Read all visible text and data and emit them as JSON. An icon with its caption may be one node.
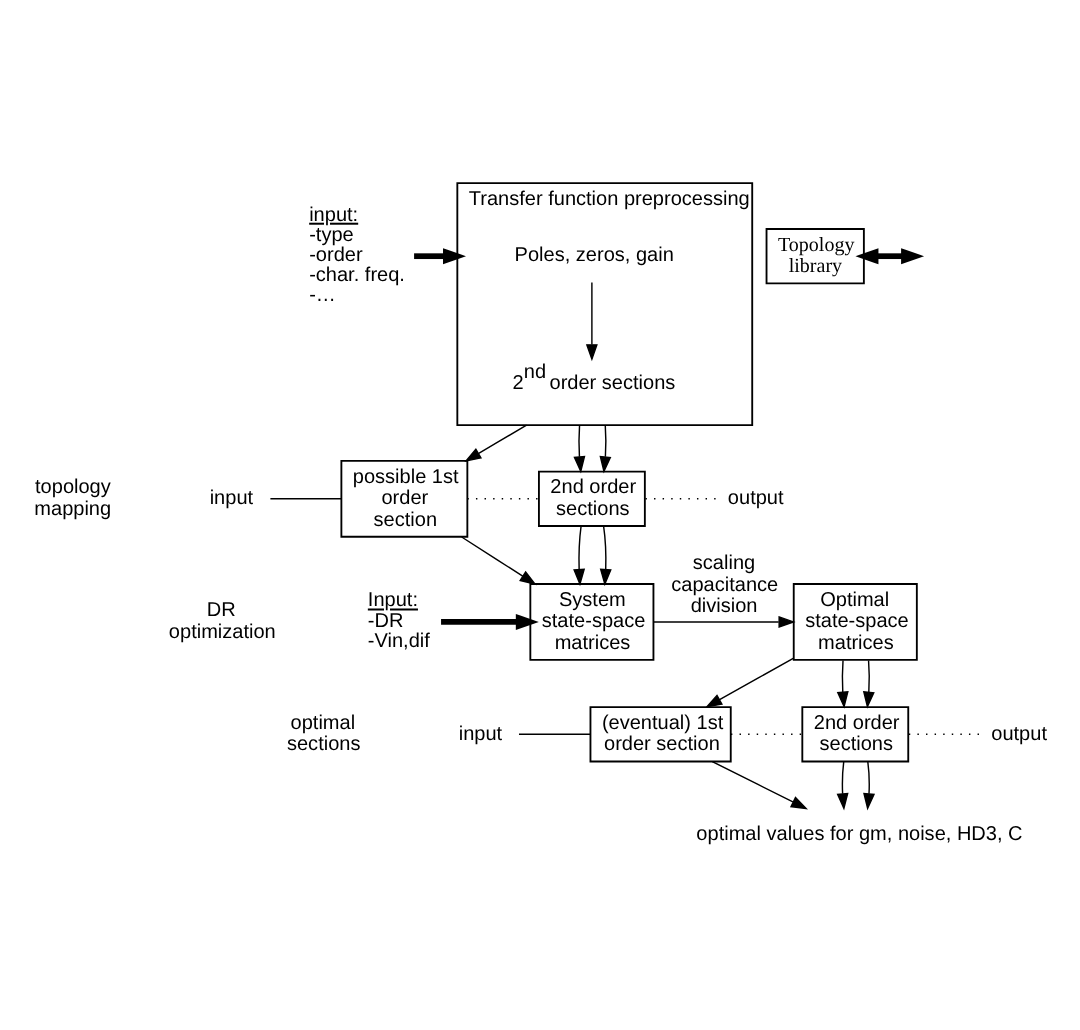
{
  "diagram": {
    "nodes": [
      {
        "text": [
          "input:",
          "-type",
          "-order",
          "-char. freq.",
          "-…"
        ]
      },
      {
        "text": [
          "Transfer function preprocessing"
        ]
      },
      {
        "text": [
          "Poles, zeros, gain"
        ],
        "in": 1
      },
      {
        "text": [
          "2$^{nd}$ order sections"
        ],
        "in": 1
      },
      {
        "text": [
          "Topology library"
        ]
      },
      {
        "text": [
          "input"
        ]
      },
      {
        "text": [
          "possible 1st order section"
        ]
      },
      {
        "text": [
          "2nd order sections"
        ]
      },
      {
        "text": [
          "output"
        ]
      },
      {
        "text": [
          "Input:",
          "-DR",
          "-Vin,dif"
        ]
      },
      {
        "text": [
          "System state-space matrices"
        ]
      },
      {
        "text": [
          "Optimal state-space matrices"
        ]
      },
      {
        "text": [
          "input"
        ]
      },
      {
        "text": [
          "(eventual) 1st order section"
        ]
      },
      {
        "text": [
          "2nd order sections"
        ]
      },
      {
        "text": [
          "output"
        ]
      },
      {
        "text": [
          "optimal values for gm, noise, HD3, C"
        ]
      }
    ],
    "edges": [
      {
        "from": 0,
        "to": 1,
        "arrow": "to",
        "style": "thick"
      },
      {
        "from": 2,
        "to": 3,
        "arrow": "to"
      },
      {
        "from": 4,
        "to": null,
        "arrow": "both",
        "style": "thick"
      },
      {
        "from": 5,
        "to": 6,
        "arrow": "none"
      },
      {
        "from": 6,
        "to": 7,
        "arrow": "none",
        "style": "dashed"
      },
      {
        "from": 7,
        "to": 8,
        "arrow": "none",
        "style": "dashed"
      },
      {
        "from": 1,
        "to": 6,
        "arrow": "to"
      },
      {
        "from": 1,
        "to": 7,
        "arrow": "to"
      },
      {
        "from": 1,
        "to": 7,
        "arrow": "to"
      },
      {
        "from": 6,
        "to": 10,
        "arrow": "to"
      },
      {
        "from": 7,
        "to": 10,
        "arrow": "to"
      },
      {
        "from": 7,
        "to": 10,
        "arrow": "to"
      },
      {
        "from": 9,
        "to": 10,
        "arrow": "to",
        "style": "thick"
      },
      {
        "from": 10,
        "to": 11,
        "arrow": "to",
        "label": "scaling capacitance division"
      },
      {
        "from": 11,
        "to": 13,
        "arrow": "to"
      },
      {
        "from": 11,
        "to": 14,
        "arrow": "to"
      },
      {
        "from": 11,
        "to": 14,
        "arrow": "to"
      },
      {
        "from": 12,
        "to": 13,
        "arrow": "none"
      },
      {
        "from": 13,
        "to": 14,
        "arrow": "none",
        "style": "dashed"
      },
      {
        "from": 14,
        "to": 15,
        "arrow": "none",
        "style": "dashed"
      },
      {
        "from": 13,
        "to": 16,
        "arrow": "to"
      },
      {
        "from": 14,
        "to": 16,
        "arrow": "to"
      },
      {
        "from": 14,
        "to": 16,
        "arrow": "to"
      }
    ],
    "labels": [
      "topology mapping",
      "DR optimization",
      "optimal sections"
    ]
  }
}
